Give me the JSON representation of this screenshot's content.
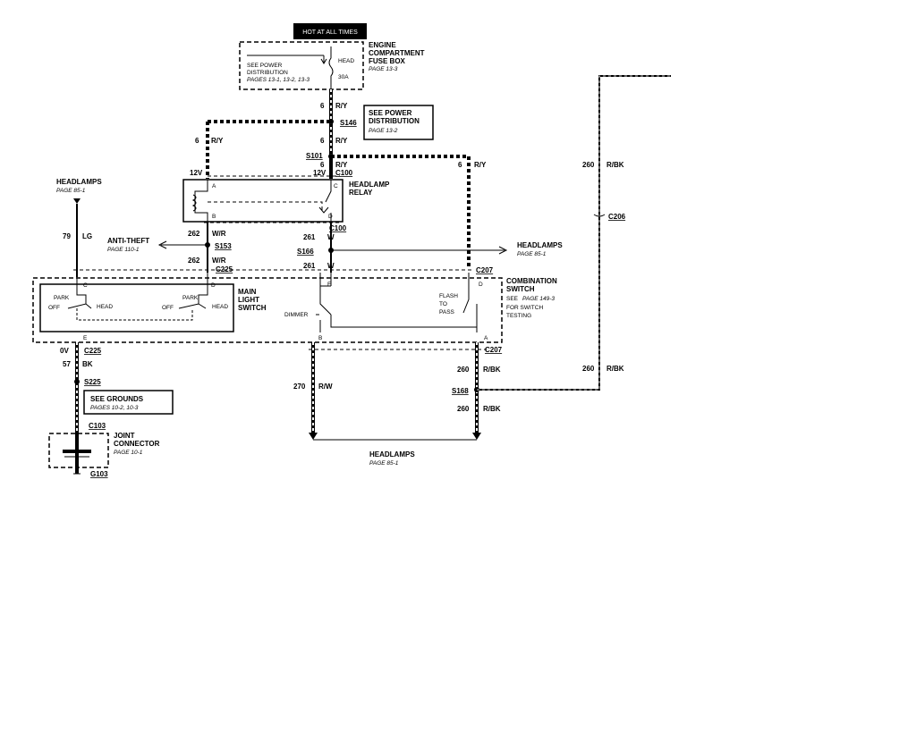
{
  "hot_at_all_times": "HOT AT ALL TIMES",
  "fuse_box": {
    "see_power": "SEE POWER",
    "distribution": "DISTRIBUTION",
    "pages": "PAGES 13-1, 13-2, 13-3",
    "fuse_head": "HEAD",
    "fuse_amp": "30A",
    "title1": "ENGINE",
    "title2": "COMPARTMENT",
    "title3": "FUSE BOX",
    "page": "PAGE 13-3"
  },
  "power_dist": {
    "line1": "SEE POWER",
    "line2": "DISTRIBUTION",
    "page": "PAGE 13-2"
  },
  "splices": {
    "s146": "S146",
    "s101": "S101",
    "s153": "S153",
    "s166": "S166",
    "s225": "S225",
    "s168": "S168"
  },
  "connectors": {
    "c100a": "C100",
    "c100b": "C100",
    "c225a": "C225",
    "c225b": "C225",
    "c207a": "C207",
    "c207b": "C207",
    "c206": "C206",
    "c103": "C103",
    "g103": "G103"
  },
  "wires": {
    "w6": "6",
    "ry": "R/Y",
    "w262": "262",
    "wr": "W/R",
    "w261": "261",
    "w": "W",
    "w79": "79",
    "lg": "LG",
    "w57": "57",
    "bk": "BK",
    "w270": "270",
    "rw": "R/W",
    "w260": "260",
    "rbk": "R/BK",
    "v12": "12V",
    "v0": "0V"
  },
  "relay": {
    "title1": "HEADLAMP",
    "title2": "RELAY",
    "pin_a": "A",
    "pin_b": "B",
    "pin_c": "C",
    "pin_d": "D"
  },
  "headlamps_top": {
    "title": "HEADLAMPS",
    "page": "PAGE 85-1"
  },
  "anti_theft": {
    "title": "ANTI-THEFT",
    "page": "PAGE 110-1"
  },
  "headlamps_right": {
    "title": "HEADLAMPS",
    "page": "PAGE 85-1"
  },
  "main_switch": {
    "title1": "MAIN",
    "title2": "LIGHT",
    "title3": "SWITCH",
    "park": "PARK",
    "off": "OFF",
    "head": "HEAD",
    "pin_c": "C",
    "pin_d": "D",
    "pin_e": "E"
  },
  "combo_switch": {
    "title1": "COMBINATION",
    "title2": "SWITCH",
    "see": "SEE",
    "page": "PAGE 149-3",
    "for": "FOR SWITCH",
    "testing": "TESTING",
    "dimmer": "DIMMER",
    "flash1": "FLASH",
    "flash2": "TO",
    "flash3": "PASS",
    "pin_f": "F",
    "pin_d": "D",
    "pin_b": "B",
    "pin_a": "A"
  },
  "grounds": {
    "line1": "SEE GROUNDS",
    "pages": "PAGES 10-2, 10-3"
  },
  "joint": {
    "line1": "JOINT",
    "line2": "CONNECTOR",
    "page": "PAGE 10-1"
  },
  "headlamps_bottom": {
    "title": "HEADLAMPS",
    "page": "PAGE 85-1"
  }
}
